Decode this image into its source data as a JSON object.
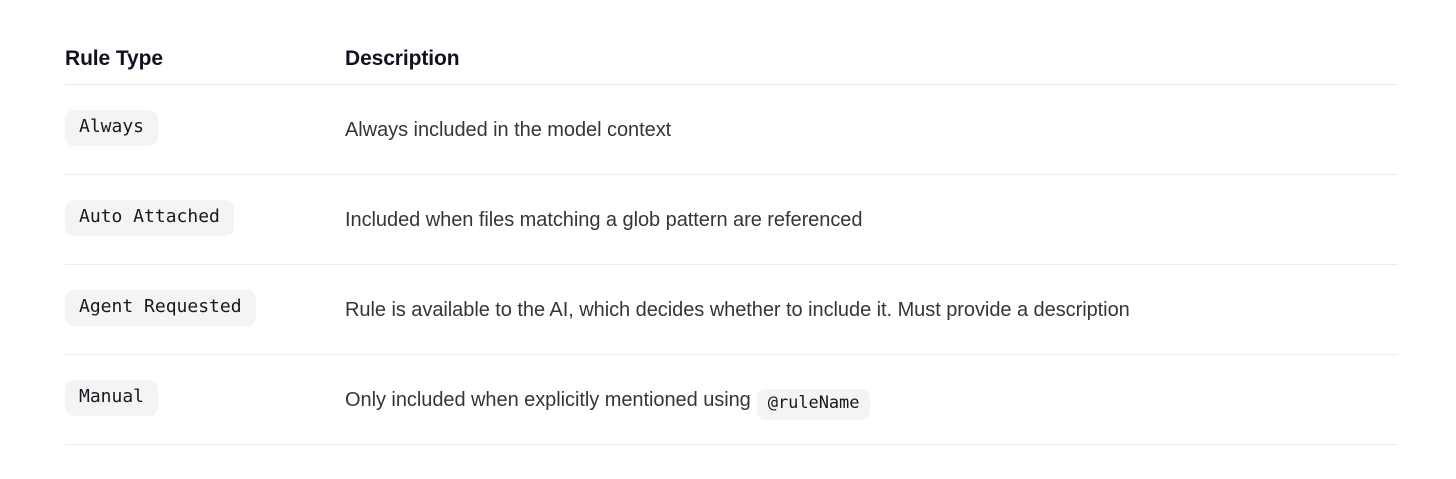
{
  "table": {
    "headers": {
      "rule_type": "Rule Type",
      "description": "Description"
    },
    "rows": [
      {
        "rule_type": "Always",
        "description": "Always included in the model context",
        "inline_code": null,
        "description_suffix": null
      },
      {
        "rule_type": "Auto Attached",
        "description": "Included when files matching a glob pattern are referenced",
        "inline_code": null,
        "description_suffix": null
      },
      {
        "rule_type": "Agent Requested",
        "description": "Rule is available to the AI, which decides whether to include it. Must provide a description",
        "inline_code": null,
        "description_suffix": null
      },
      {
        "rule_type": "Manual",
        "description": "Only included when explicitly mentioned using",
        "inline_code": "@ruleName",
        "description_suffix": ""
      }
    ]
  },
  "colors": {
    "page_background": "#ffffff",
    "header_text": "#12121f",
    "body_text": "#35353a",
    "badge_background": "#f4f4f5",
    "badge_text": "#17171f",
    "divider": "#ececee"
  }
}
